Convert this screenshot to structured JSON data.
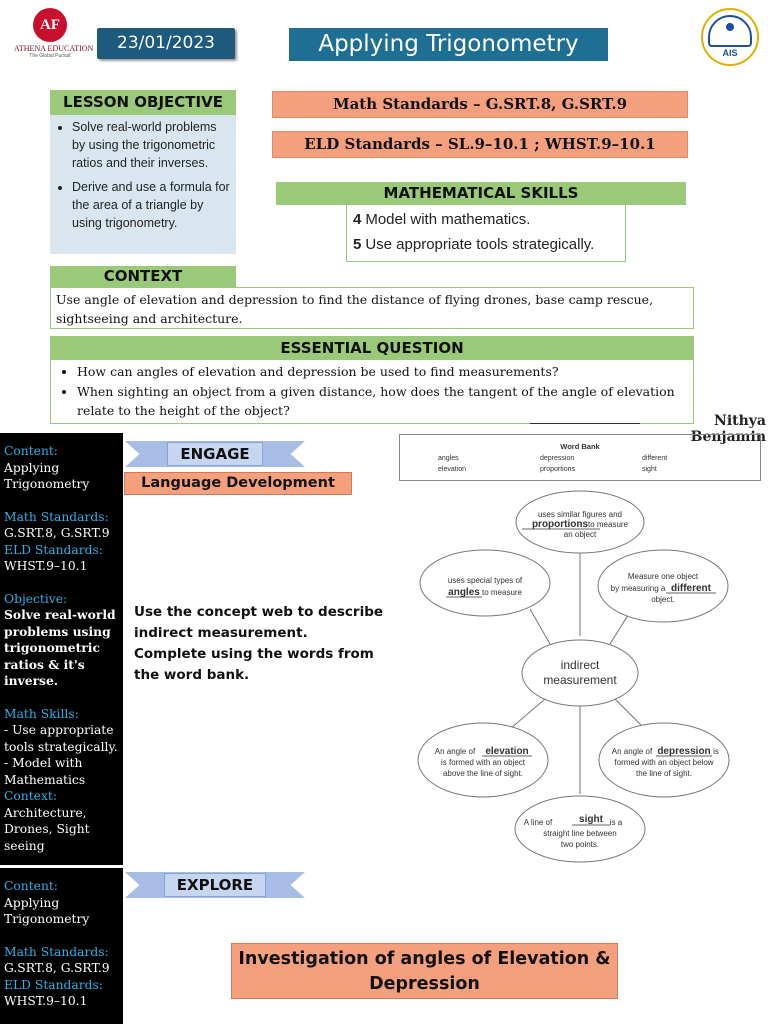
{
  "header": {
    "logo_left": {
      "mark": "AF",
      "name": "ATHENA EDUCATION",
      "tagline": "The Global Pursuit"
    },
    "date": "23/01/2023",
    "title": "Applying Trigonometry",
    "logo_right": {
      "text": "AIS"
    }
  },
  "lesson_objective": {
    "heading": "LESSON OBJECTIVE",
    "items": [
      "Solve real-world problems by using the trigonometric ratios and their inverses.",
      "Derive and use a formula for the area of a triangle by using trigonometry."
    ]
  },
  "standards": {
    "math": "Math Standards –   G.SRT.8, G.SRT.9",
    "eld": "ELD Standards –   SL.9–10.1 ; WHST.9–10.1"
  },
  "math_skills": {
    "heading": "MATHEMATICAL SKILLS",
    "items": [
      {
        "num": "4",
        "text": "Model with mathematics."
      },
      {
        "num": "5",
        "text": "Use appropriate tools strategically."
      }
    ]
  },
  "context": {
    "heading": "CONTEXT",
    "text": "Use angle of elevation and depression to find the distance of flying drones, base camp rescue, sightseeing and architecture."
  },
  "essential_question": {
    "heading": "ESSENTIAL QUESTION",
    "items": [
      "How can angles of elevation and depression be used to find measurements?",
      "When sighting an object from a given distance, how does the tangent of the angle of elevation relate to the height of the object?"
    ]
  },
  "author": "Nithya Benjamin",
  "sidebar_engage": {
    "content_label": "Content:",
    "content": "Applying Trigonometry",
    "math_label": "Math Standards:",
    "math": "G.SRT.8, G.SRT.9",
    "eld_label": "ELD Standards:",
    "eld": "WHST.9–10.1",
    "objective_label": "Objective:",
    "objective": "Solve real-world problems using trigonometric ratios & it's inverse.",
    "skills_label": "Math Skills:",
    "skills": [
      "- Use appropriate tools strategically.",
      "- Model with Mathematics"
    ],
    "context_label": "Context:",
    "context": "Architecture, Drones, Sight seeing"
  },
  "sidebar_explore": {
    "content_label": "Content:",
    "content": "Applying Trigonometry",
    "math_label": "Math Standards:",
    "math": "G.SRT.8, G.SRT.9",
    "eld_label": "ELD Standards:",
    "eld": "WHST.9–10.1"
  },
  "engage": {
    "ribbon": "ENGAGE",
    "language_dev": "Language Development",
    "instruction": "Use the concept web to describe indirect measurement. Complete using the words from the word bank."
  },
  "word_bank": {
    "title": "Word Bank",
    "words": [
      "angles",
      "depression",
      "different",
      "elevation",
      "proportions",
      "sight"
    ]
  },
  "concept_web": {
    "center": [
      "indirect",
      "measurement"
    ],
    "nodes": [
      {
        "lines": [
          "uses similar figures and"
        ],
        "fill": "proportions",
        "after": [
          "to measure",
          "an object"
        ]
      },
      {
        "lines": [
          "uses special types of"
        ],
        "fill": "angles",
        "after": [
          "to measure"
        ]
      },
      {
        "lines": [
          "Measure one object",
          "by measuring a"
        ],
        "fill": "different",
        "after": [
          "object."
        ]
      },
      {
        "lines": [
          "An angle of"
        ],
        "fill": "elevation",
        "after": [
          "is formed with an object",
          "above the line of sight."
        ]
      },
      {
        "lines": [
          "An angle of"
        ],
        "fill": "depression",
        "after": [
          "is",
          "formed with an object below",
          "the line of sight."
        ]
      },
      {
        "lines": [
          "A line of"
        ],
        "fill": "sight",
        "after": [
          "is a",
          "straight line between",
          "two points."
        ]
      }
    ]
  },
  "explore": {
    "ribbon": "EXPLORE",
    "investigation": "Investigation of angles of Elevation & Depression"
  },
  "colors": {
    "green_heading": "#9bc97a",
    "salmon": "#f4a07f",
    "title_blue": "#1f6f95",
    "date_blue": "#1d5a7e",
    "sidebar_label": "#2fb1e6"
  }
}
